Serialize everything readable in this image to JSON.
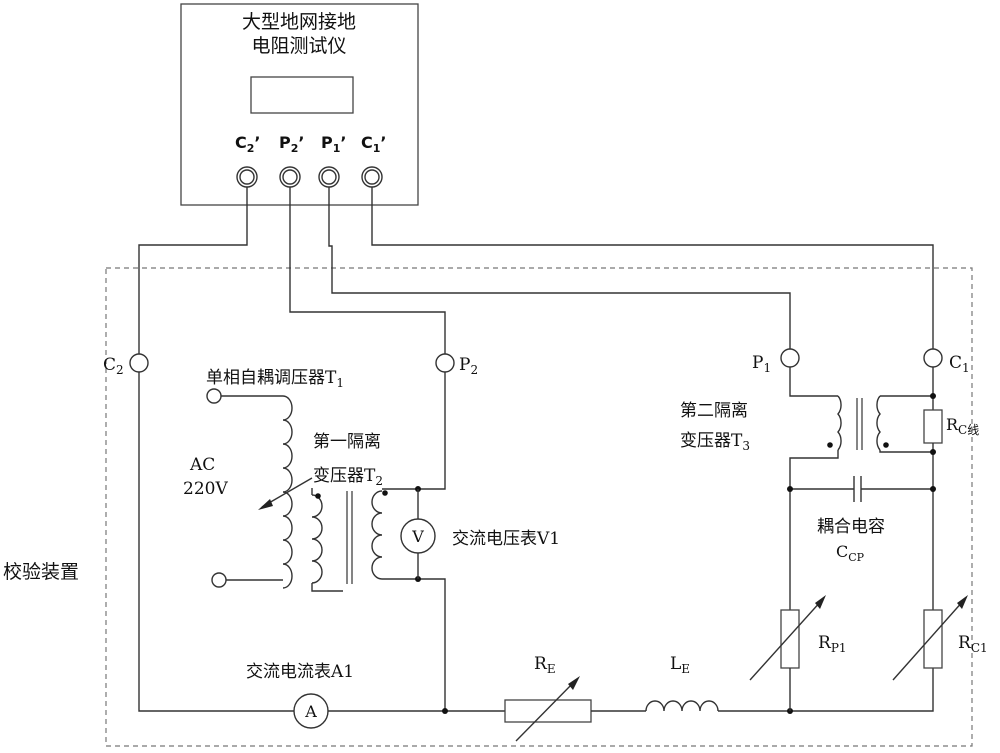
{
  "instrument": {
    "title_line1": "大型地网接地",
    "title_line2": "电阻测试仪",
    "terminals": [
      {
        "main": "C",
        "sub": "2",
        "mark": "’"
      },
      {
        "main": "P",
        "sub": "2",
        "mark": "’"
      },
      {
        "main": "P",
        "sub": "1",
        "mark": "’"
      },
      {
        "main": "C",
        "sub": "1",
        "mark": "’"
      }
    ]
  },
  "calibration_device": {
    "label": "校验装置"
  },
  "terminals": {
    "c2": {
      "main": "C",
      "sub": "2"
    },
    "p2": {
      "main": "P",
      "sub": "2"
    },
    "p1": {
      "main": "P",
      "sub": "1"
    },
    "c1": {
      "main": "C",
      "sub": "1"
    }
  },
  "autotransformer": {
    "name": "单相自耦调压器T",
    "sub": "1"
  },
  "source": {
    "line1": "AC",
    "line2": "220V"
  },
  "isolation_transformer_1": {
    "line1": "第一隔离",
    "line2": "变压器T",
    "sub": "2"
  },
  "isolation_transformer_2": {
    "line1": "第二隔离",
    "line2": "变压器T",
    "sub": "3"
  },
  "voltmeter": {
    "symbol": "V",
    "label": "交流电压表V1"
  },
  "ammeter": {
    "symbol": "A",
    "label": "交流电流表A1"
  },
  "resistor_e": {
    "main": "R",
    "sub": "E"
  },
  "inductor_e": {
    "main": "L",
    "sub": "E"
  },
  "resistor_p1": {
    "main": "R",
    "sub": "P1"
  },
  "resistor_c1": {
    "main": "R",
    "sub": "C1"
  },
  "resistor_cline": {
    "main": "R",
    "sub": "C线"
  },
  "coupling_capacitor": {
    "line1": "耦合电容",
    "main": "C",
    "sub": "CP"
  }
}
